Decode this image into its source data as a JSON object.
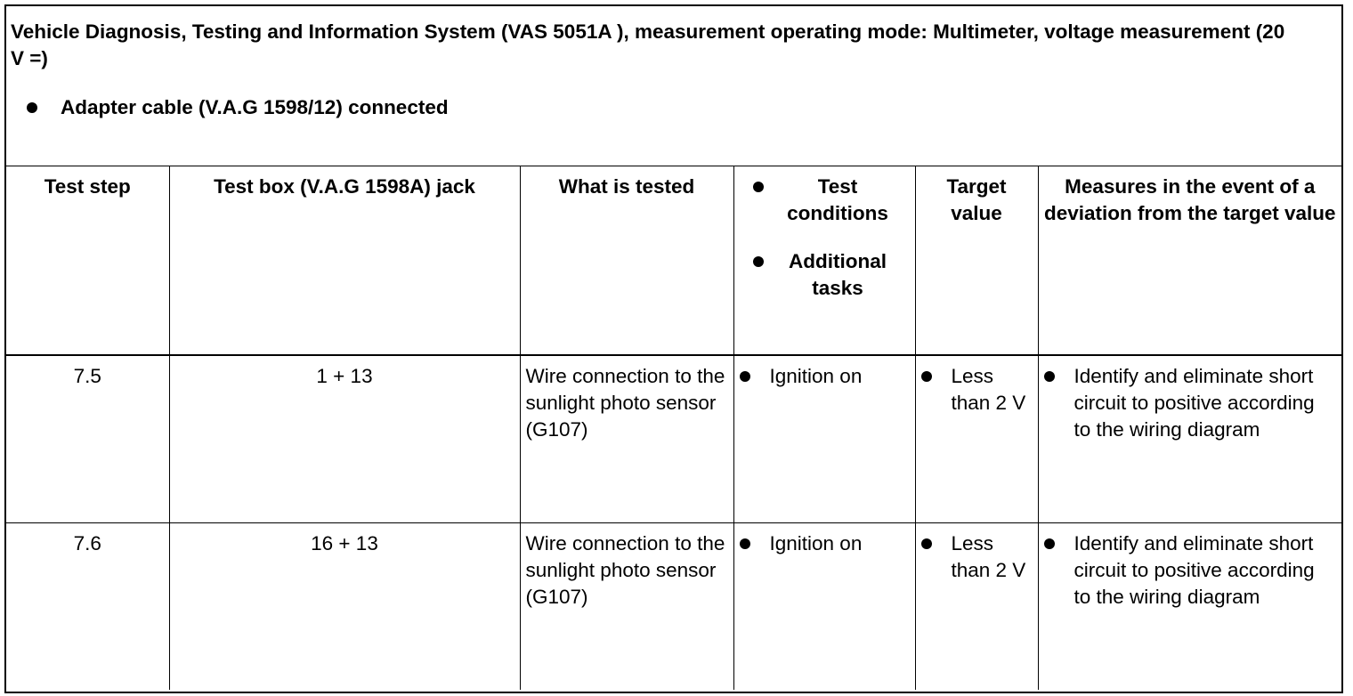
{
  "header": {
    "title": "Vehicle Diagnosis, Testing and Information System (VAS 5051A ), measurement operating mode: Multimeter, voltage measurement (20 V =)",
    "bullet": "Adapter cable (V.A.G 1598/12) connected"
  },
  "table": {
    "columns": {
      "test_step": "Test step",
      "jack": "Test box (V.A.G 1598A) jack",
      "tested": "What is tested",
      "conditions": "Test conditions",
      "tasks": "Additional tasks",
      "target": "Target value",
      "measures": "Measures in the event of a deviation from the target value"
    },
    "rows": [
      {
        "step": "7.5",
        "jack": "1 + 13",
        "tested": "Wire connection to the sunlight photo sensor (G107)",
        "condition": "Ignition on",
        "target": "Less than 2 V",
        "measure": "Identify and eliminate short circuit to positive according to the wiring diagram"
      },
      {
        "step": "7.6",
        "jack": "16 + 13",
        "tested": "Wire connection to the sunlight photo sensor (G107)",
        "condition": "Ignition on",
        "target": "Less than 2 V",
        "measure": "Identify and eliminate short circuit to positive according to the wiring diagram"
      }
    ]
  }
}
